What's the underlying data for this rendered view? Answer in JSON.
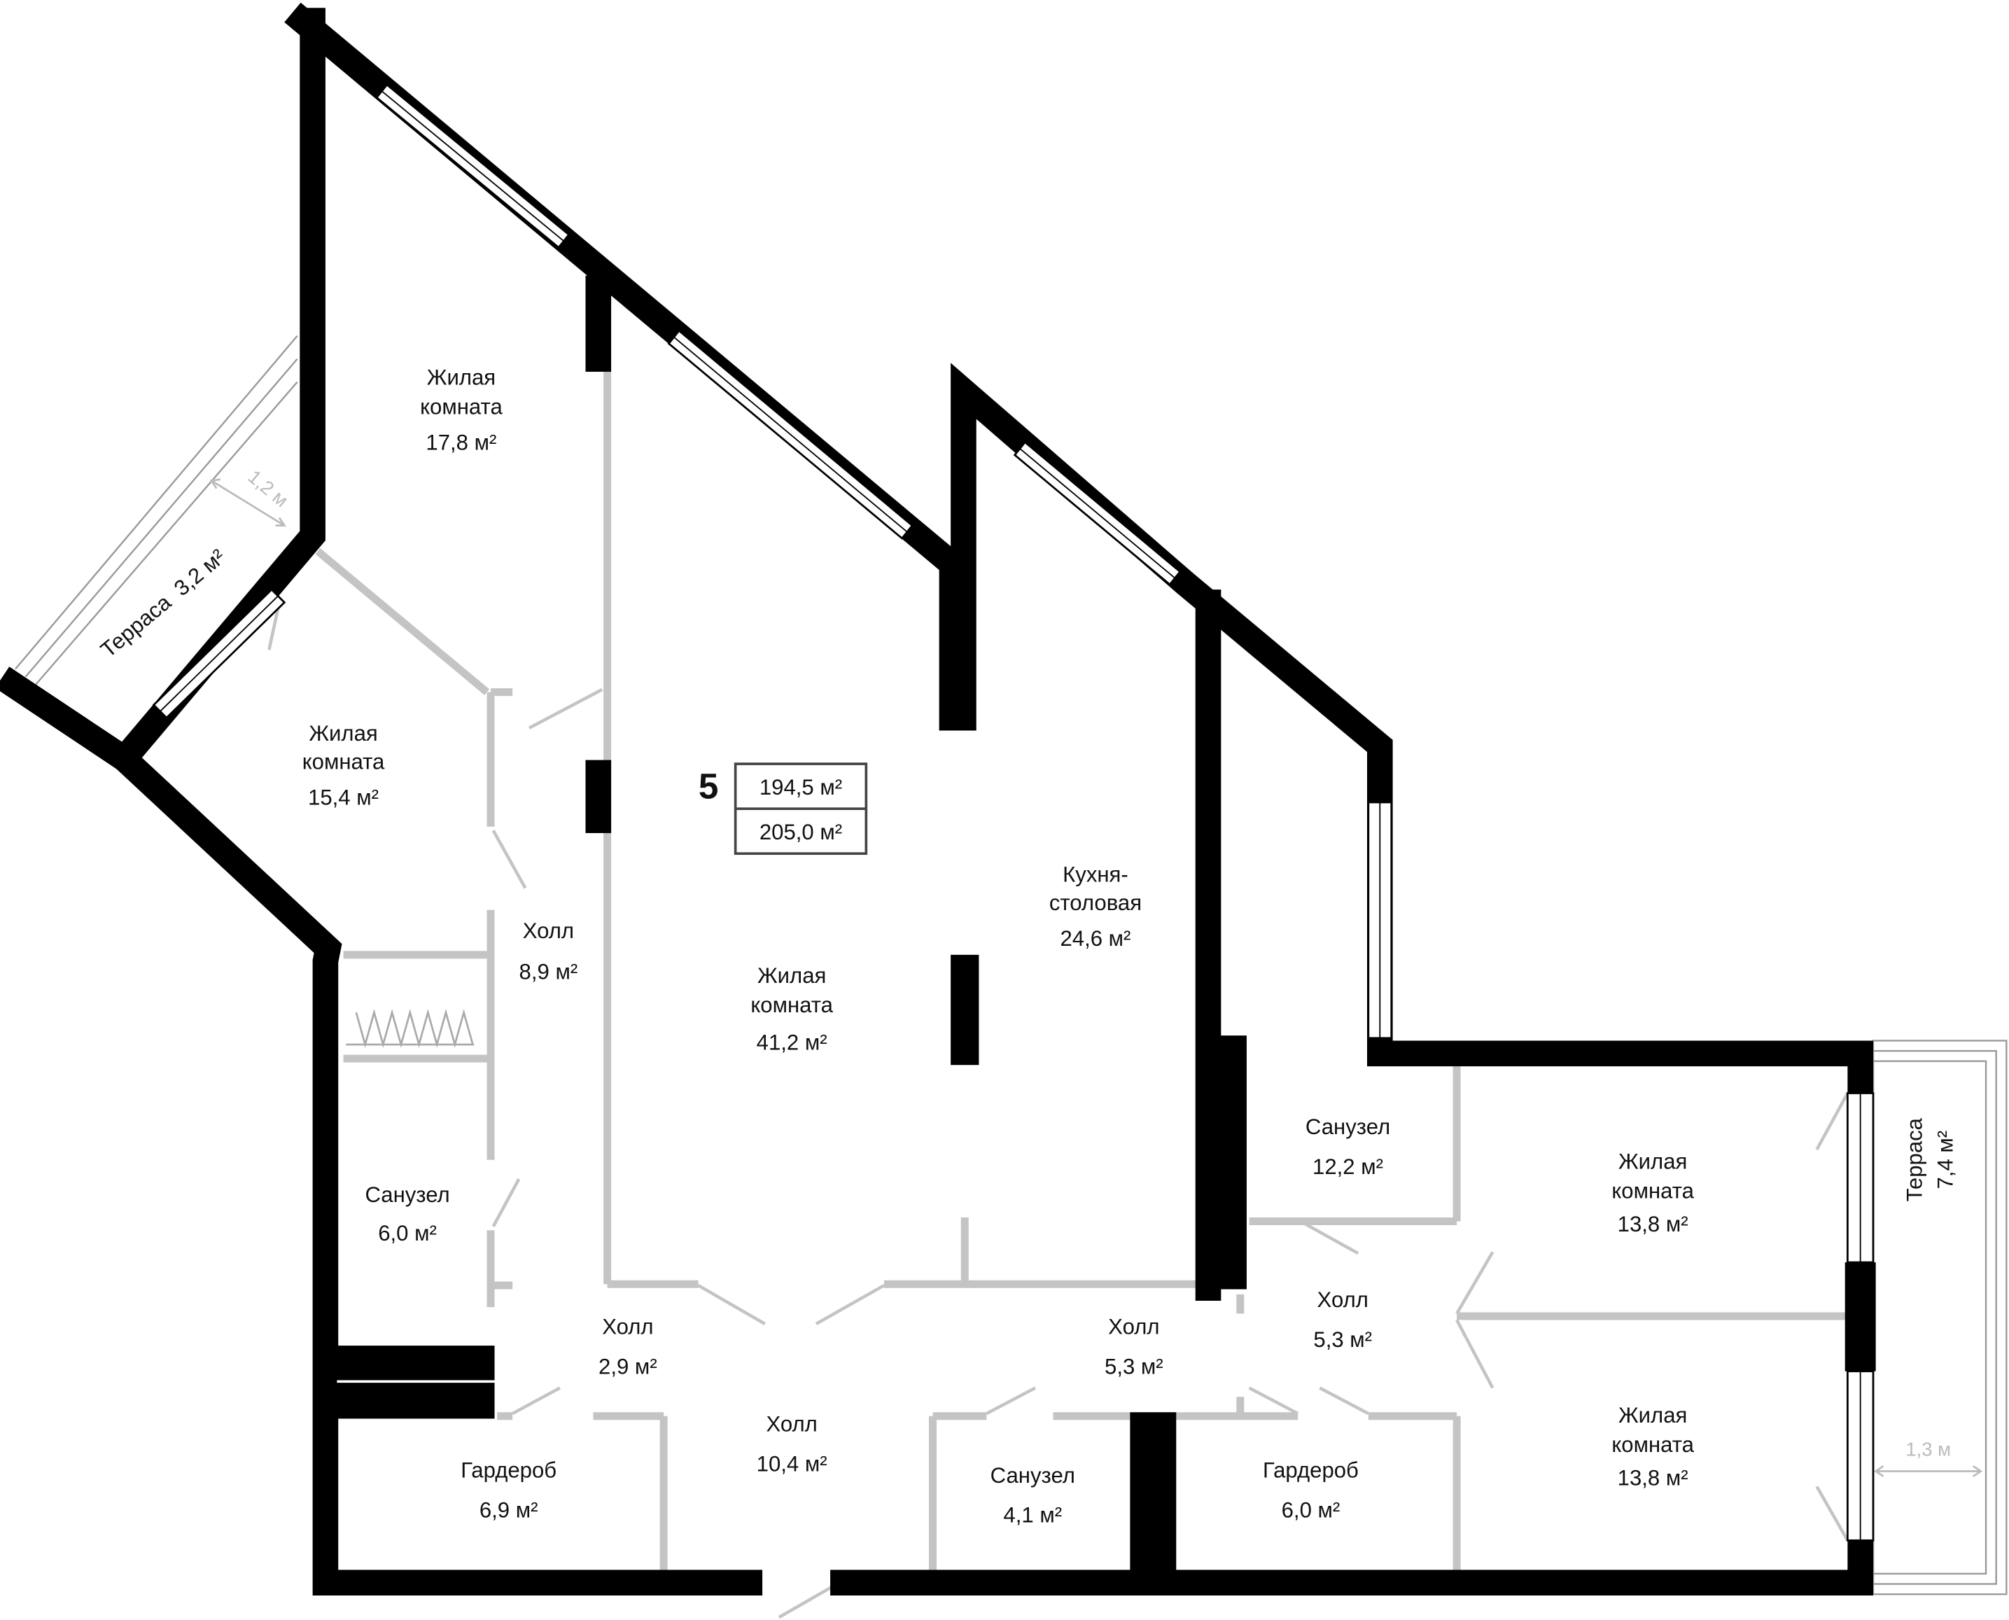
{
  "plan": {
    "apartment_number": "5",
    "area_living": "194,5 м²",
    "area_total": "205,0 м²"
  },
  "rooms": [
    {
      "l1": "Жилая",
      "l2": "комната",
      "area": "17,8 м²"
    },
    {
      "l1": "Жилая",
      "l2": "комната",
      "area": "15,4 м²"
    },
    {
      "l1": "Холл",
      "area": "8,9 м²"
    },
    {
      "l1": "Жилая",
      "l2": "комната",
      "area": "41,2 м²"
    },
    {
      "l1": "Кухня-",
      "l2": "столовая",
      "area": "24,6 м²"
    },
    {
      "l1": "Санузел",
      "area": "12,2 м²"
    },
    {
      "l1": "Жилая",
      "l2": "комната",
      "area": "13,8 м²"
    },
    {
      "l1": "Санузел",
      "area": "6,0 м²"
    },
    {
      "l1": "Холл",
      "area": "5,3 м²"
    },
    {
      "l1": "Холл",
      "area": "2,9 м²"
    },
    {
      "l1": "Холл",
      "area": "5,3 м²"
    },
    {
      "l1": "Холл",
      "area": "10,4 м²"
    },
    {
      "l1": "Жилая",
      "l2": "комната",
      "area": "13,8 м²"
    },
    {
      "l1": "Гардероб",
      "area": "6,9 м²"
    },
    {
      "l1": "Санузел",
      "area": "4,1 м²"
    },
    {
      "l1": "Гардероб",
      "area": "6,0 м²"
    }
  ],
  "terraces": [
    {
      "name": "Терраса",
      "area": "3,2 м²",
      "depth": "1,2 м"
    },
    {
      "name": "Терраса",
      "area": "7,4 м²",
      "depth": "1,3 м"
    }
  ]
}
